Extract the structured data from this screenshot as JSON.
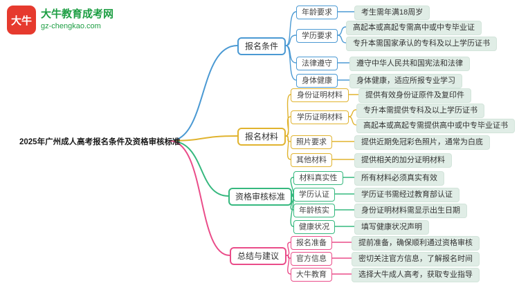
{
  "site": {
    "logo_badge": "大牛",
    "site_name": "大牛教育成考网",
    "site_domain": "gz-chengkao.com"
  },
  "colors": {
    "brand_red": "#e63a2e",
    "brand_green": "#1d9e43",
    "branch_blue": "#4a99d3",
    "branch_yellow": "#e0b32e",
    "branch_green": "#35b87e",
    "branch_pink": "#ea4c89",
    "leaf_background": "#e0ede6"
  },
  "mindmap": {
    "root_title": "2025年广州成人高考报名条件及资格审核标准",
    "branches": [
      {
        "label": "报名条件",
        "color": "#4a99d3",
        "children": [
          {
            "label": "年龄要求",
            "leaves": [
              "考生需年满18周岁"
            ]
          },
          {
            "label": "学历要求",
            "leaves": [
              "高起本或高起专需高中或中专毕业证",
              "专升本需国家承认的专科及以上学历证书"
            ]
          },
          {
            "label": "法律遵守",
            "leaves": [
              "遵守中华人民共和国宪法和法律"
            ]
          },
          {
            "label": "身体健康",
            "leaves": [
              "身体健康，适应所报专业学习"
            ]
          }
        ]
      },
      {
        "label": "报名材料",
        "color": "#e0b32e",
        "children": [
          {
            "label": "身份证明材料",
            "leaves": [
              "提供有效身份证原件及复印件"
            ]
          },
          {
            "label": "学历证明材料",
            "leaves": [
              "专升本需提供专科及以上学历证书",
              "高起本或高起专需提供高中或中专毕业证书"
            ]
          },
          {
            "label": "照片要求",
            "leaves": [
              "提供近期免冠彩色照片，通常为白底"
            ]
          },
          {
            "label": "其他材料",
            "leaves": [
              "提供相关的加分证明材料"
            ]
          }
        ]
      },
      {
        "label": "资格审核标准",
        "color": "#35b87e",
        "children": [
          {
            "label": "材料真实性",
            "leaves": [
              "所有材料必须真实有效"
            ]
          },
          {
            "label": "学历认证",
            "leaves": [
              "学历证书需经过教育部认证"
            ]
          },
          {
            "label": "年龄核实",
            "leaves": [
              "身份证明材料需显示出生日期"
            ]
          },
          {
            "label": "健康状况",
            "leaves": [
              "填写健康状况声明"
            ]
          }
        ]
      },
      {
        "label": "总结与建议",
        "color": "#ea4c89",
        "children": [
          {
            "label": "报名准备",
            "leaves": [
              "提前准备，确保顺利通过资格审核"
            ]
          },
          {
            "label": "官方信息",
            "leaves": [
              "密切关注官方信息，了解报名时间"
            ]
          },
          {
            "label": "大牛教育",
            "leaves": [
              "选择大牛成人高考，获取专业指导"
            ]
          }
        ]
      }
    ]
  }
}
